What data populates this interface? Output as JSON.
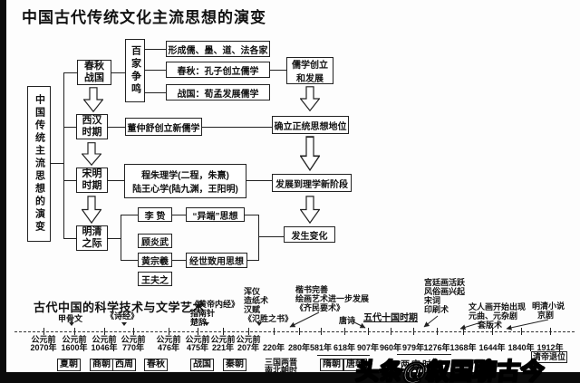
{
  "title": "中国古代传统文化主流思想的演变",
  "flowchart": {
    "spine": "中国传统主流思想的演变",
    "baijia": "百家争鸣",
    "p1l1": "春秋",
    "p1l2": "战国",
    "p2l1": "西汉",
    "p2l2": "时期",
    "p3l1": "宋明",
    "p3l2": "时期",
    "p4l1": "明清",
    "p4l2": "之际",
    "r1_items": [
      "形成儒、墨、道、法各家",
      "春秋：孔子创立儒学",
      "战国：荀孟发展儒学"
    ],
    "r1_result_l1": "儒学创立",
    "r1_result_l2": "和发展",
    "r2_item": "董仲舒创立新儒学",
    "r2_result": "确立正统思想地位",
    "r3_l1": "程朱理学(二程，朱熹)",
    "r3_l2": "陆王心学(陆九渊，王阳明)",
    "r3_result": "发展到理学新阶段",
    "r4_t1": "李 贽",
    "r4_t2": "顾炎武",
    "r4_t3": "黄宗羲",
    "r4_t4": "王夫之",
    "r4_thought1": "“异端”思想",
    "r4_thought2": "经世致用思想",
    "r4_result": "发生变化"
  },
  "timeline": {
    "section_title": "古代中国的科学技术与文学艺术",
    "years": [
      {
        "era": "公元前",
        "y": "2070年"
      },
      {
        "era": "公元前",
        "y": "1600年"
      },
      {
        "era": "公元前",
        "y": "1046年"
      },
      {
        "era": "公元前",
        "y": "770年"
      },
      {
        "era": "公元前",
        "y": "476年"
      },
      {
        "era": "公元前",
        "y": "475年"
      },
      {
        "era": "公元前",
        "y": "221年"
      },
      {
        "era": "公元前",
        "y": "207年"
      },
      {
        "era": "",
        "y": "220年"
      },
      {
        "era": "",
        "y": "280年"
      },
      {
        "era": "",
        "y": "581年"
      },
      {
        "era": "",
        "y": "618年"
      },
      {
        "era": "",
        "y": "907年"
      },
      {
        "era": "",
        "y": "960年"
      },
      {
        "era": "",
        "y": "979年"
      },
      {
        "era": "",
        "y": "1276年"
      },
      {
        "era": "",
        "y": "1368年"
      },
      {
        "era": "",
        "y": "1644年"
      },
      {
        "era": "",
        "y": "1840年"
      },
      {
        "era": "",
        "y": "1912年"
      }
    ],
    "annotations": [
      {
        "lines": [
          "甲骨文"
        ]
      },
      {
        "lines": [
          "《诗经》"
        ]
      },
      {
        "lines": [
          "《黄帝内经》",
          "指南针",
          "楚辞"
        ]
      },
      {
        "lines": [
          "浑仪",
          "造纸术",
          "汉赋",
          "《氾胜之书》"
        ]
      },
      {
        "lines": [
          "楷书完善",
          "绘画艺术进一步发展",
          "《齐民要术》"
        ]
      },
      {
        "lines": [
          "唐诗"
        ]
      },
      {
        "lines": [
          "五代十国时期"
        ]
      },
      {
        "lines": [
          "宫廷画活跃",
          "风俗画兴起",
          "宋词",
          "印刷术"
        ]
      },
      {
        "lines": [
          "文人画开始出现",
          "元曲、元杂剧",
          "套版术"
        ]
      },
      {
        "lines": [
          "明清小说",
          "京剧"
        ]
      }
    ],
    "dynasties_boxed": [
      "夏朝",
      "商朝",
      "西周",
      "春秋",
      "战国",
      "秦朝",
      "隋朝",
      "唐朝"
    ],
    "sanguo_lines": [
      "三国两晋",
      "南北朝时",
      "期"
    ],
    "liangsong": "两宋时期",
    "qingdi": "清帝退位"
  },
  "watermark": "头条@叙国聊古今"
}
